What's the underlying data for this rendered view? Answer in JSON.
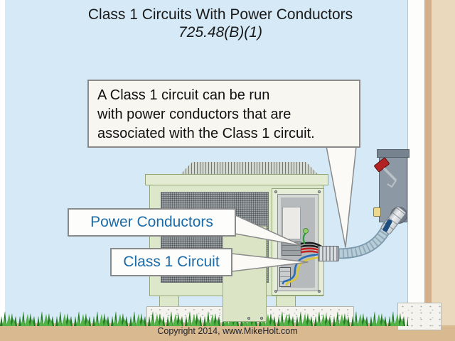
{
  "title": {
    "line1": "Class 1 Circuits With Power Conductors",
    "line2": "725.48(B)(1)"
  },
  "callout": {
    "lines": [
      "A Class 1 circuit can be run",
      "with power conductors that are",
      "associated with the Class 1 circuit."
    ]
  },
  "labels": {
    "power_conductors": "Power Conductors",
    "class1_circuit": "Class 1 Circuit"
  },
  "footer": {
    "copyright": "Copyright 2014, www.MikeHolt.com"
  },
  "colors": {
    "sky": "#d5e9f6",
    "wall_white": "#fdfdfc",
    "wall_trim": "#d3af8c",
    "wall_face": "#ead9bc",
    "ground": "#d9b98f",
    "concrete": "#f4f3ee",
    "grass_dark": "#267a26",
    "grass_light": "#53b347",
    "unit_green": "#dde7c9",
    "unit_border": "#93a478",
    "mesh": "#99a0a2",
    "panel_gray": "#b6babc",
    "label_blue": "#1b6ba8",
    "text_dark": "#1a1a1a",
    "callout_bg": "#f7f6f0",
    "callout_border": "#8a8a8a",
    "conduit": "#b6cdda",
    "conduit_edge": "#7a98ac",
    "disconnect": "#8c98a4",
    "handle_red": "#b32222",
    "wire_red": "#c22222",
    "wire_black": "#1a1a1a",
    "wire_blue": "#2a6db5",
    "wire_yellow": "#d9c93a",
    "wire_green": "#2e9e3e"
  }
}
